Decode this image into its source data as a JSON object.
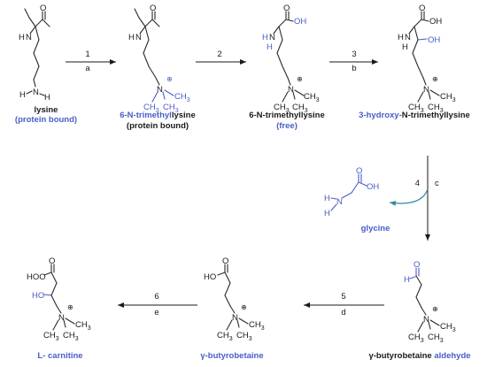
{
  "labels": {
    "lysine": "lysine",
    "lysine_sub": "(protein bound)",
    "tml_bound_a": "6-N-trimethyl",
    "tml_bound_b": "lysine",
    "tml_bound_sub": "(protein bound)",
    "tml_free": "6-N-trimethyllysine",
    "tml_free_sub": "(free)",
    "hydroxy_a": "3-hydroxy-",
    "hydroxy_b": "N-trimethyllysine",
    "glycine": "glycine",
    "aldehyde_a": "γ-butyrobetaine ",
    "aldehyde_b": "aldehyde",
    "gbb": "γ-butyrobetaine",
    "carnitine": "L- carnitine"
  },
  "steps": {
    "s1_num": "1",
    "s1_let": "a",
    "s2_num": "2",
    "s3_num": "3",
    "s3_let": "b",
    "s4_num": "4",
    "s4_let": "c",
    "s5_num": "5",
    "s5_let": "d",
    "s6_num": "6",
    "s6_let": "e"
  },
  "atoms": {
    "O": "O",
    "N": "N",
    "H": "H",
    "OH": "OH",
    "HO": "HO",
    "CH": "CH",
    "three": "3",
    "plus": "⊕"
  },
  "colors": {
    "ink": "#1a1a1a",
    "highlight": "#4a5cc7",
    "teal_arrow": "#2f8b9a"
  }
}
